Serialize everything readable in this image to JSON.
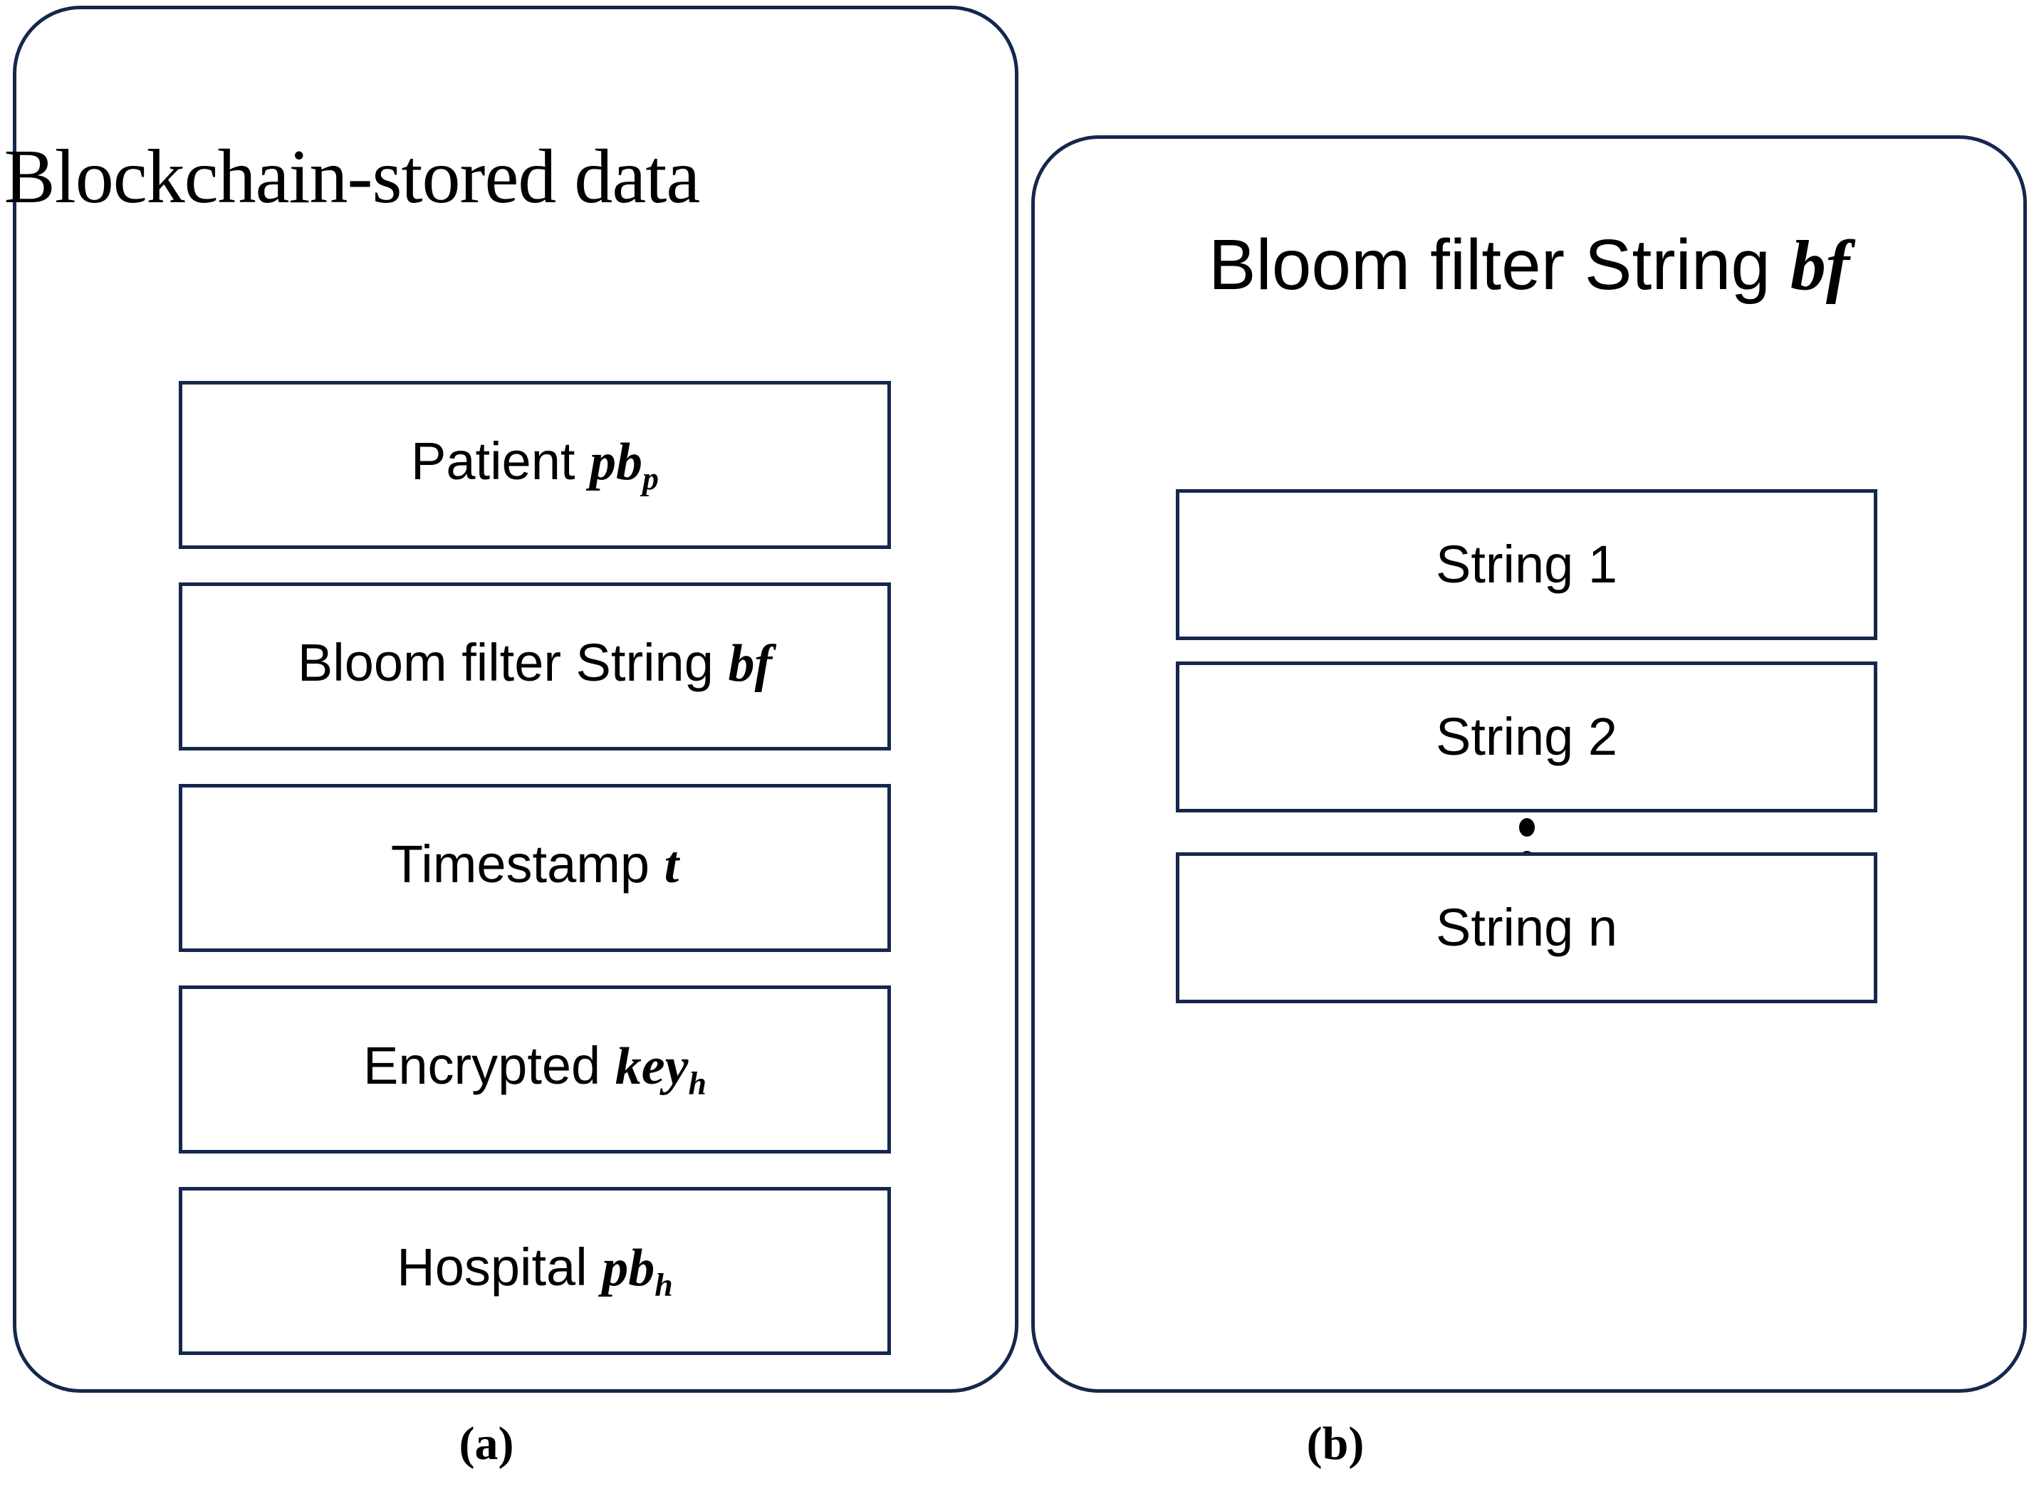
{
  "figure": {
    "background_color": "#ffffff",
    "stroke_color": "#15274d",
    "text_color": "#000000"
  },
  "panel_a": {
    "title_text": "Blockchain-stored data",
    "caption": "(a)",
    "rows": [
      {
        "label": "Patient ",
        "var": "pb",
        "sub": "p"
      },
      {
        "label": "Bloom filter String ",
        "var": "bf",
        "sub": ""
      },
      {
        "label": "Timestamp ",
        "var": "t",
        "sub": ""
      },
      {
        "label": "Encrypted ",
        "var": "key",
        "sub": "h"
      },
      {
        "label": "Hospital ",
        "var": "pb",
        "sub": "h"
      }
    ]
  },
  "panel_b": {
    "title_label": "Bloom filter String ",
    "title_var": "bf",
    "caption": "(b)",
    "rows": [
      {
        "label": "String 1"
      },
      {
        "label": "String 2"
      },
      {
        "label": "String n"
      }
    ],
    "ellipsis_dots": 3
  }
}
